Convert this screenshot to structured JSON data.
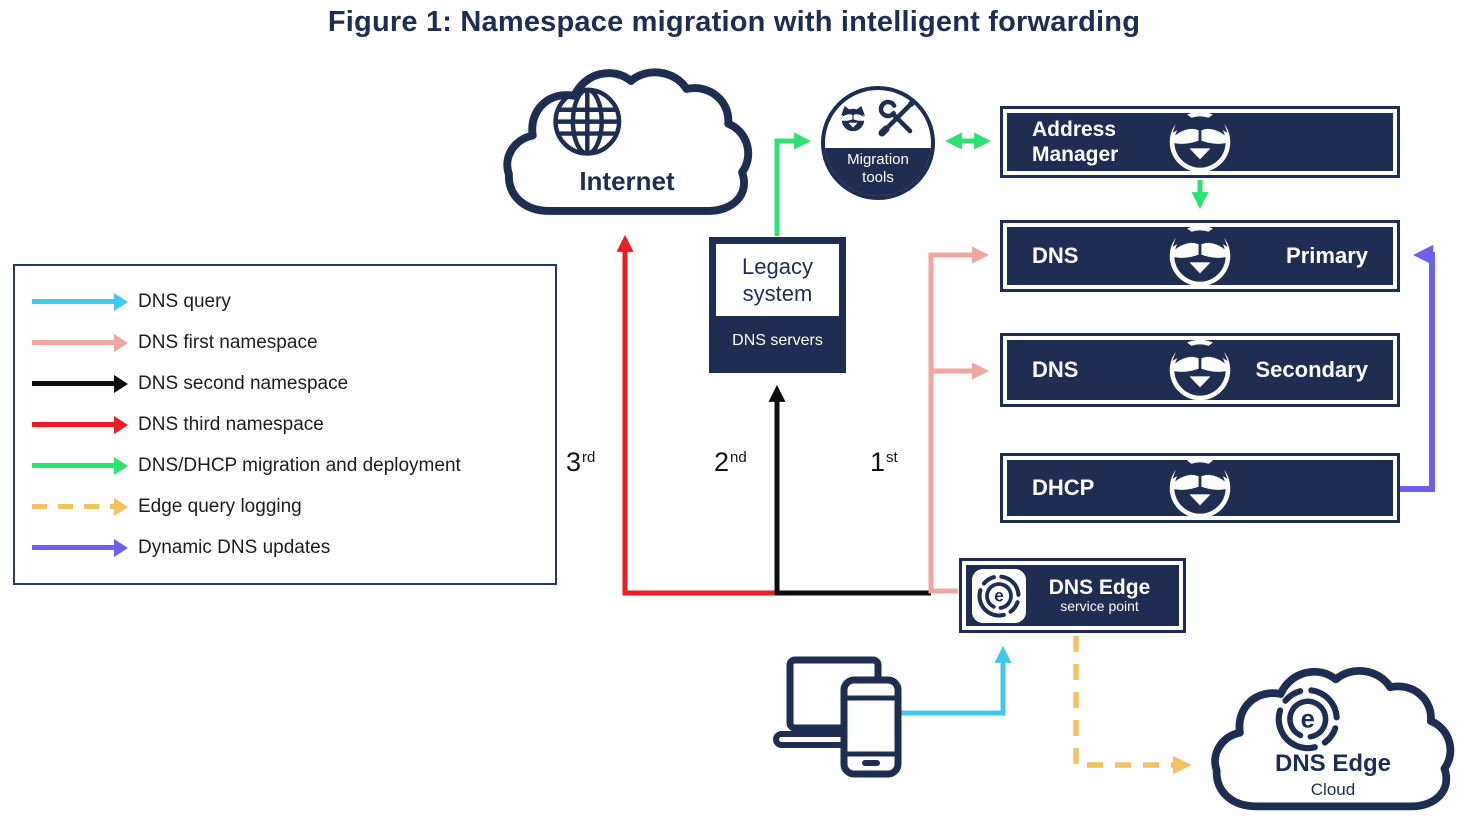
{
  "title": "Figure 1: Namespace migration with intelligent forwarding",
  "palette": {
    "navy": "#1e2d52",
    "cyan": "#3fc8f0",
    "salmon": "#f2a6a0",
    "black": "#0d0d0d",
    "red": "#ee1b24",
    "green": "#2be371",
    "yellow": "#f4c35f",
    "purple": "#6e5ff2"
  },
  "legend": {
    "items": [
      {
        "label": "DNS query",
        "color": "cyan",
        "style": "solid"
      },
      {
        "label": "DNS first namespace",
        "color": "salmon",
        "style": "solid"
      },
      {
        "label": "DNS second namespace",
        "color": "black",
        "style": "solid"
      },
      {
        "label": "DNS third namespace",
        "color": "red",
        "style": "solid"
      },
      {
        "label": "DNS/DHCP migration and deployment",
        "color": "green",
        "style": "solid"
      },
      {
        "label": "Edge query logging",
        "color": "yellow",
        "style": "dashed"
      },
      {
        "label": "Dynamic DNS updates",
        "color": "purple",
        "style": "solid"
      }
    ]
  },
  "ordinals": {
    "first": {
      "value": "1",
      "suffix": "st"
    },
    "second": {
      "value": "2",
      "suffix": "nd"
    },
    "third": {
      "value": "3",
      "suffix": "rd"
    }
  },
  "nodes": {
    "internet": {
      "label": "Internet"
    },
    "migration_tools": {
      "line1": "Migration",
      "line2": "tools"
    },
    "address_manager": {
      "line1": "Address",
      "line2": "Manager"
    },
    "dns_primary": {
      "left": "DNS",
      "right": "Primary"
    },
    "dns_secondary": {
      "left": "DNS",
      "right": "Secondary"
    },
    "dhcp": {
      "left": "DHCP"
    },
    "legacy_system": {
      "title": "Legacy system",
      "subtitle": "DNS servers"
    },
    "dns_edge_service_point": {
      "title": "DNS Edge",
      "subtitle": "service point"
    },
    "dns_edge_cloud": {
      "title": "DNS Edge",
      "subtitle": "Cloud"
    }
  },
  "flows": [
    {
      "type": "DNS query",
      "from": "client devices",
      "to": "DNS Edge service point"
    },
    {
      "type": "DNS first namespace",
      "order": "1st",
      "from": "DNS Edge service point",
      "to": "DNS Primary"
    },
    {
      "type": "DNS first namespace",
      "order": "1st",
      "from": "DNS Edge service point",
      "to": "DNS Secondary"
    },
    {
      "type": "DNS second namespace",
      "order": "2nd",
      "from": "DNS Edge service point",
      "to": "Legacy system DNS servers"
    },
    {
      "type": "DNS third namespace",
      "order": "3rd",
      "from": "DNS Edge service point",
      "to": "Internet"
    },
    {
      "type": "DNS/DHCP migration and deployment",
      "from": "Legacy system",
      "to": "Migration tools"
    },
    {
      "type": "DNS/DHCP migration and deployment",
      "from": "Migration tools",
      "to": "Address Manager",
      "bidirectional": true
    },
    {
      "type": "DNS/DHCP migration and deployment",
      "from": "Address Manager",
      "to": "DNS Primary"
    },
    {
      "type": "Edge query logging",
      "from": "DNS Edge service point",
      "to": "DNS Edge Cloud"
    },
    {
      "type": "Dynamic DNS updates",
      "from": "DHCP",
      "to": "DNS Primary"
    }
  ]
}
